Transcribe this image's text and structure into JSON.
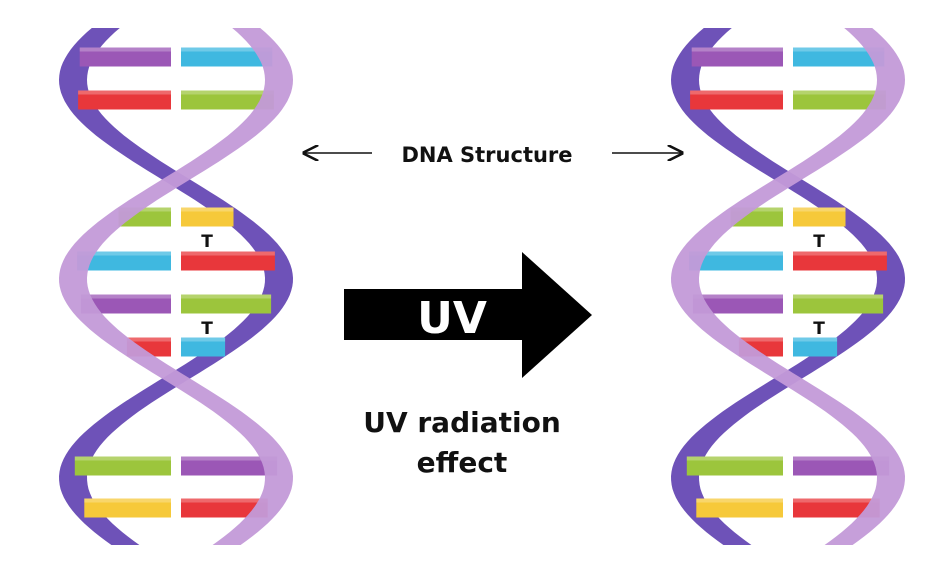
{
  "colors": {
    "purple_base": "#9b57b6",
    "red_base": "#e8373b",
    "blue_base": "#3fb8e0",
    "green_base": "#9cc53c",
    "yellow_base": "#f6c93a",
    "strand_light": "#c39ad8",
    "strand_dark": "#6e52b8",
    "arrow": "#000000",
    "arrow_text": "#ffffff",
    "text": "#111111"
  },
  "helices": [
    {
      "id": "left",
      "rungs": [
        {
          "left": "purple",
          "right": "blue"
        },
        {
          "left": "red",
          "right": "green"
        },
        {
          "left": "green",
          "right": "yellow",
          "mark": "T"
        },
        {
          "left": "blue",
          "right": "red"
        },
        {
          "left": "purple",
          "right": "green",
          "mark": "T"
        },
        {
          "left": "red",
          "right": "blue"
        },
        {
          "left": "green",
          "right": "purple"
        },
        {
          "left": "yellow",
          "right": "red"
        }
      ]
    },
    {
      "id": "right",
      "rungs": [
        {
          "left": "purple",
          "right": "blue"
        },
        {
          "left": "red",
          "right": "green"
        },
        {
          "left": "green",
          "right": "yellow",
          "mark": "T"
        },
        {
          "left": "blue",
          "right": "red"
        },
        {
          "left": "purple",
          "right": "green",
          "mark": "T"
        },
        {
          "left": "red",
          "right": "blue"
        },
        {
          "left": "green",
          "right": "purple"
        },
        {
          "left": "yellow",
          "right": "red"
        }
      ]
    }
  ],
  "labels": {
    "dna_structure": "DNA Structure",
    "uv": "UV",
    "uv_effect_line1": "UV radiation",
    "uv_effect_line2": "effect"
  }
}
